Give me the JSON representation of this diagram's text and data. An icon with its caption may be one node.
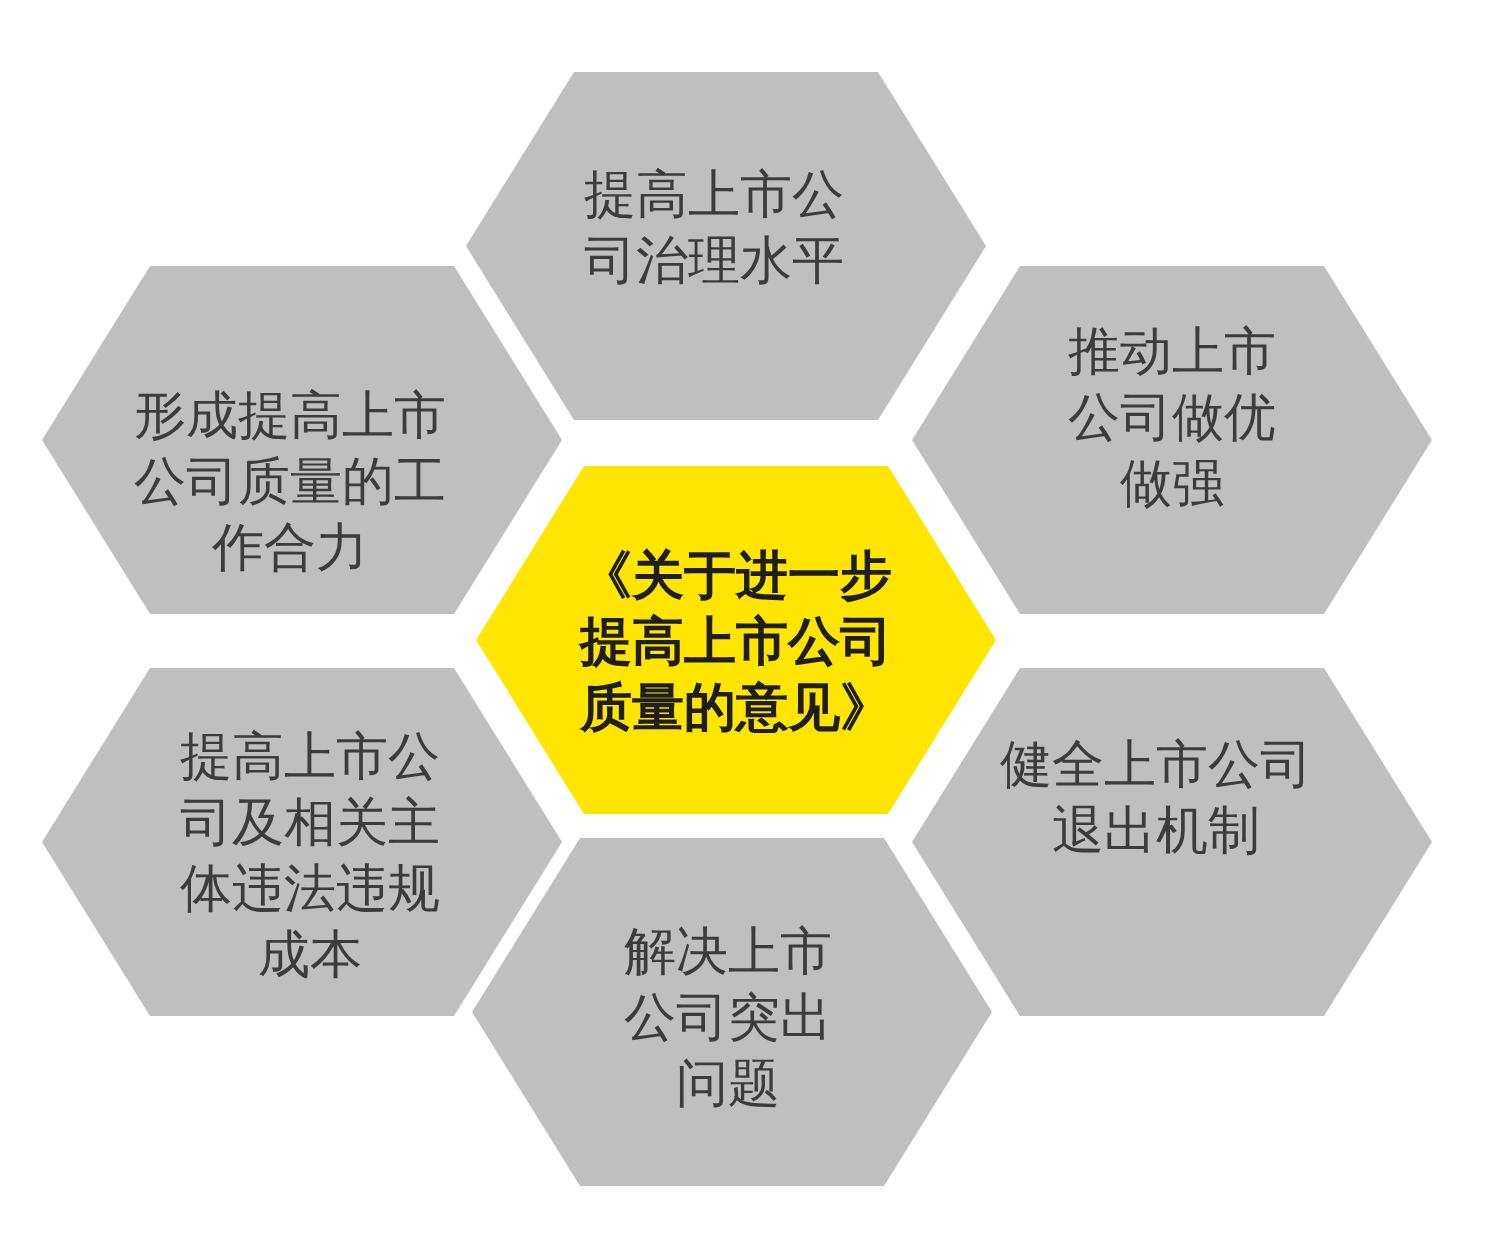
{
  "diagram": {
    "nodes": [
      {
        "text": [
          "提高上市公司治理水平"
        ]
      },
      {
        "text": [
          "形成提高上市公司质量的工作合力"
        ]
      },
      {
        "text": [
          "推动上市公司做优做强"
        ]
      },
      {
        "text": [
          "《关于进一步提高上市公司质量的意见》"
        ]
      },
      {
        "text": [
          "提高上市公司及相关主体违法违规成本"
        ]
      },
      {
        "text": [
          "健全上市公司退出机制"
        ]
      },
      {
        "text": [
          "解决上市公司突出问题"
        ]
      }
    ]
  }
}
